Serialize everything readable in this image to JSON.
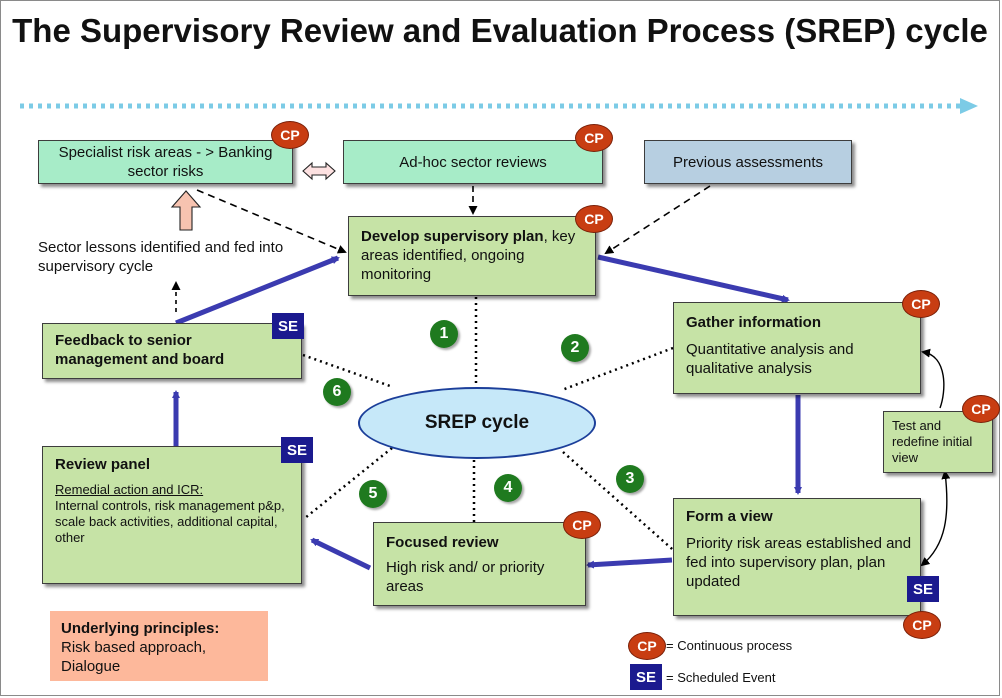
{
  "title": "The Supervisory Review and Evaluation Process (SREP) cycle",
  "center_label": "SREP cycle",
  "boxes": {
    "specialist": "Specialist risk areas - > Banking sector  risks",
    "adhoc": "Ad-hoc sector reviews",
    "previous": "Previous assessments",
    "develop_bold": "Develop supervisory plan",
    "develop_rest": ", key areas identified, ongoing monitoring",
    "gather_title": "Gather information",
    "gather_body": "Quantitative analysis and qualitative analysis",
    "test": "Test and redefine initial view",
    "form_title": "Form a view",
    "form_body": "Priority risk areas established and fed into supervisory plan, plan updated",
    "focused_title": "Focused review",
    "focused_body": "High risk and/ or priority areas",
    "review_title": "Review panel",
    "review_sub": "Remedial action and ICR:",
    "review_body": "Internal controls, risk management p&p, scale back activities, additional capital, other",
    "feedback": "Feedback to senior management and board",
    "principles_title": "Underlying principles:",
    "principles_body": "Risk based approach, Dialogue"
  },
  "sector_lessons": "Sector lessons identified and fed into supervisory cycle",
  "steps": [
    "1",
    "2",
    "3",
    "4",
    "5",
    "6"
  ],
  "badges": {
    "cp": "CP",
    "se": "SE"
  },
  "legend": {
    "cp_text": "= Continuous process",
    "se_text": "= Scheduled Event"
  },
  "colors": {
    "box_green": "#c6e3a6",
    "box_light_green": "#a7ecc8",
    "box_blue": "#b7cfe1",
    "principles": "#fdb89b",
    "arrow": "#3b3bb0",
    "step_circle": "#1f7a1f",
    "cp_badge": "#c83d12",
    "se_badge": "#1b1a8f",
    "ellipse_fill": "#c6e8f9"
  }
}
